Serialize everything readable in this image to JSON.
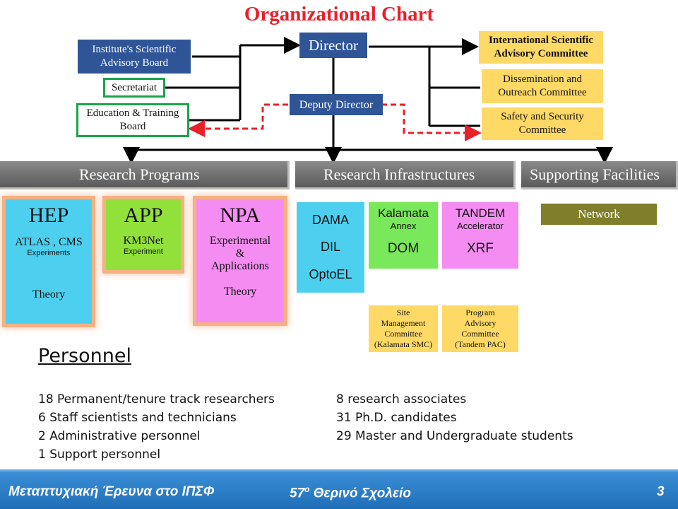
{
  "title": "Organizational Chart",
  "top": {
    "director": "Director",
    "deputy_director": "Deputy Director",
    "institute_board": [
      "Institute's Scientific",
      "Advisory Board"
    ],
    "secretariat": "Secretariat",
    "education_board": [
      "Education & Training",
      "Board"
    ],
    "intl_committee": [
      "International Scientific",
      "Advisory Committee"
    ],
    "dissemination_committee": [
      "Dissemination and",
      "Outreach Committee"
    ],
    "safety_committee": [
      "Safety and Security",
      "Committee"
    ]
  },
  "sections": {
    "research_programs": "Research Programs",
    "research_infrastructures": "Research Infrastructures",
    "supporting_facilities": "Supporting Facilities"
  },
  "programs": [
    {
      "name": "HEP",
      "line1": "ATLAS , CMS",
      "line2": "Experiments",
      "line3": "Theory",
      "color": "#4dd0f0"
    },
    {
      "name": "APP",
      "line1": "KM3Net",
      "line2": "Experiment",
      "color": "#92e03a"
    },
    {
      "name": "NPA",
      "line1": "Experimental",
      "line2": "&",
      "line3": "Applications",
      "line4": "Theory",
      "color": "#f58cf2"
    }
  ],
  "infrastructures": [
    {
      "items": [
        "DAMA",
        "DIL",
        "OptoEL"
      ],
      "color": "#4dd0f0"
    },
    {
      "title": "Kalamata",
      "sub": "Annex",
      "item": "DOM",
      "color": "#79e85a"
    },
    {
      "title": "TANDEM",
      "sub": "Accelerator",
      "item": "XRF",
      "color": "#f58cf2"
    }
  ],
  "committees": [
    [
      "Site",
      "Management",
      "Committee",
      "(Kalamata SMC)"
    ],
    [
      "Program",
      "Advisory",
      "Committee",
      "(Tandem PAC)"
    ]
  ],
  "facilities": {
    "network": "Network",
    "network_color": "#7f7f2a"
  },
  "personnel": {
    "heading": "Personnel",
    "left": [
      "18 Permanent/tenure track researchers",
      "6 Staff scientists and technicians",
      "2 Administrative personnel",
      "1 Support personnel"
    ],
    "right": [
      "8 research associates",
      "31 Ph.D. candidates",
      "29 Master and Undergraduate students"
    ]
  },
  "footer": {
    "left": "Μεταπτυχιακή Έρευνα στο ΙΠΣΦ",
    "center_num": "57",
    "center_sup": "ο",
    "center_rest": " Θερινό Σχολείο",
    "page": "3"
  }
}
